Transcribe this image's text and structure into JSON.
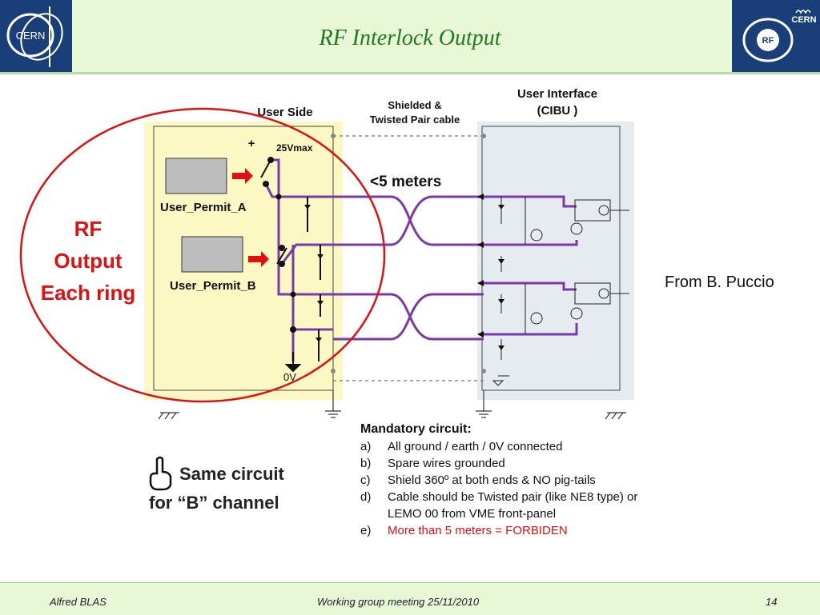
{
  "header": {
    "title": "RF Interlock Output"
  },
  "logos": {
    "left": "CERN",
    "right_top": "CERN",
    "right_center": "RF"
  },
  "diagram": {
    "user_side": "User Side",
    "cable_line1": "Shielded &",
    "cable_line2": "Twisted Pair cable",
    "user_interface_line1": "User Interface",
    "user_interface_line2": "(CIBU )",
    "plus": "+",
    "voltage": "25Vmax",
    "distance": "<5 meters",
    "permit_a": "User_Permit_A",
    "permit_b": "User_Permit_B",
    "zero_v": "0V"
  },
  "rf_label": {
    "line1": "RF",
    "line2": "Output",
    "line3": "Each ring"
  },
  "source_note": "From B. Puccio",
  "mandatory": {
    "title": "Mandatory circuit:",
    "items": [
      {
        "key": "a)",
        "text": "All ground / earth / 0V connected"
      },
      {
        "key": "b)",
        "text": "Spare wires grounded"
      },
      {
        "key": "c)",
        "text": "Shield 360º at both ends & NO pig-tails"
      },
      {
        "key": "d)",
        "text": "Cable should be Twisted pair (like NE8 type) or LEMO 00 from VME front-panel"
      },
      {
        "key": "e)",
        "text": "More than 5 meters = FORBIDEN"
      }
    ]
  },
  "same_circuit": {
    "line1": "Same circuit",
    "line2": "for “B” channel"
  },
  "footer": {
    "author": "Alfred  BLAS",
    "meeting": "Working group meeting  25/11/2010",
    "page": "14"
  },
  "colors": {
    "title": "#1f7a1f",
    "header_bg": "#e8f7d6",
    "logo_bg": "#1a3f78",
    "wire": "#7a3aa8",
    "rf_red": "#dd1111",
    "user_panel": "#fbf8c4",
    "cibu_panel": "#e6ebf0"
  }
}
